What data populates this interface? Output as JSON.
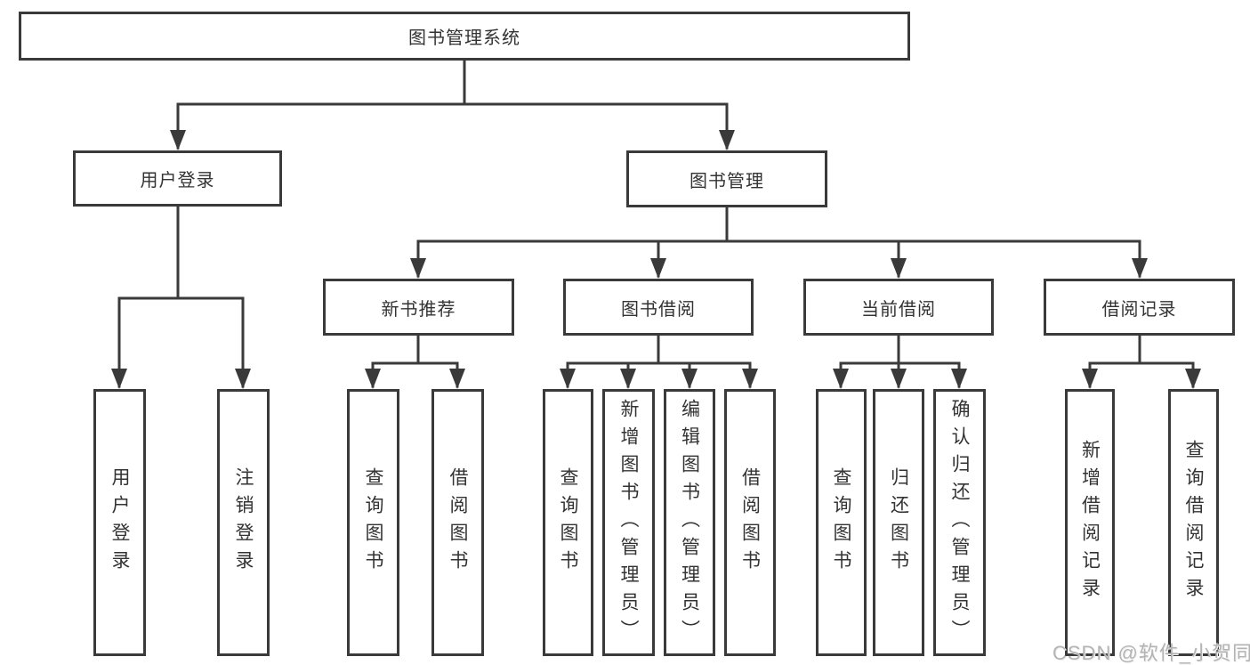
{
  "diagram_title": "图书管理系统",
  "nodes": {
    "root": "图书管理系统",
    "userLogin": "用户登录",
    "bookMgmt": "图书管理",
    "newBook": "新书推荐",
    "bookBorrow": "图书借阅",
    "currentBorrow": "当前借阅",
    "borrowRecords": "借阅记录",
    "ulUserLogin": "用户登录",
    "ulLogout": "注销登录",
    "nbQuery": "查询图书",
    "nbBorrow": "借阅图书",
    "bbQuery": "查询图书",
    "bbAdd": "新增图书（管理员）",
    "bbEdit": "编辑图书（管理员）",
    "bbBorrow": "借阅图书",
    "cbQuery": "查询图书",
    "cbReturn": "归还图书",
    "cbConfirm": "确认归还（管理员）",
    "brAdd": "新增借阅记录",
    "brQuery": "查询借阅记录"
  },
  "watermark": {
    "text": "CSDN @软件_小贺同学",
    "color": "#b3b3b3"
  },
  "colors": {
    "line": "#3a3a3a",
    "box_border": "#3a3a3a",
    "text": "#333333",
    "background": "#ffffff"
  }
}
